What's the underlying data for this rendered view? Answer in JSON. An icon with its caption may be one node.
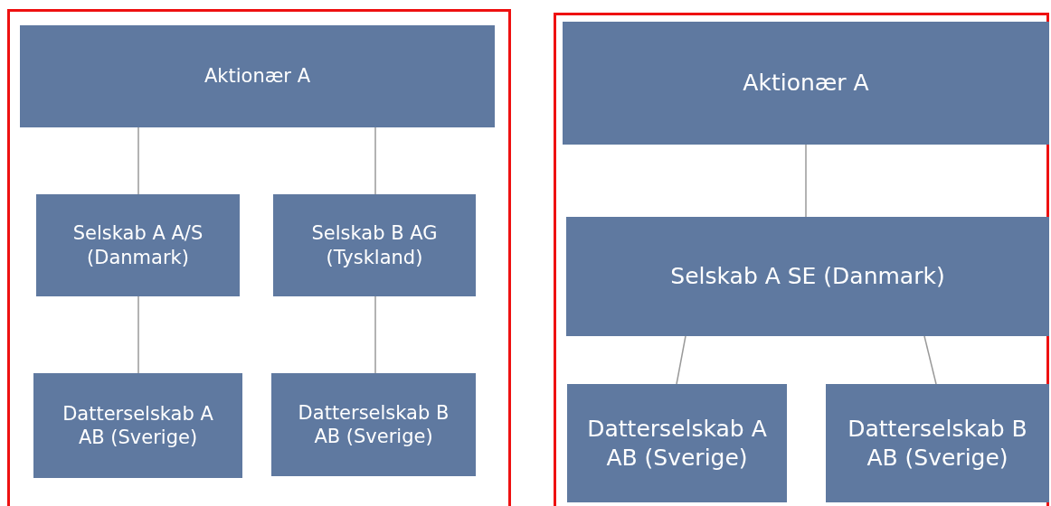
{
  "diagram": {
    "nodes": [
      {
        "text": [],
        "shape": "box"
      },
      {
        "text": [
          "Aktionær A"
        ],
        "in": 0
      },
      {
        "text": [
          "Selskab A A/S (Danmark)"
        ],
        "in": 0
      },
      {
        "text": [
          "Selskab B AG (Tyskland)"
        ],
        "in": 0
      },
      {
        "text": [
          "Datterselskab A AB (Sverige)"
        ],
        "in": 0
      },
      {
        "text": [
          "Datterselskab B AB (Sverige)"
        ],
        "in": 0
      },
      {
        "text": [],
        "shape": "box"
      },
      {
        "text": [
          "Aktionær A"
        ],
        "in": 6
      },
      {
        "text": [
          "Selskab A SE (Danmark)"
        ],
        "in": 6
      },
      {
        "text": [
          "Datterselskab A AB (Sverige)"
        ],
        "in": 6
      },
      {
        "text": [
          "Datterselskab B AB (Sverige)"
        ],
        "in": 6
      }
    ],
    "edges": [
      {
        "from": 1,
        "to": 2,
        "arrow": "none"
      },
      {
        "from": 1,
        "to": 3,
        "arrow": "none"
      },
      {
        "from": 2,
        "to": 4,
        "arrow": "none"
      },
      {
        "from": 3,
        "to": 5,
        "arrow": "none"
      },
      {
        "from": 7,
        "to": 8,
        "arrow": "none"
      },
      {
        "from": 8,
        "to": 9,
        "arrow": "none"
      },
      {
        "from": 8,
        "to": 10,
        "arrow": "none"
      }
    ]
  }
}
